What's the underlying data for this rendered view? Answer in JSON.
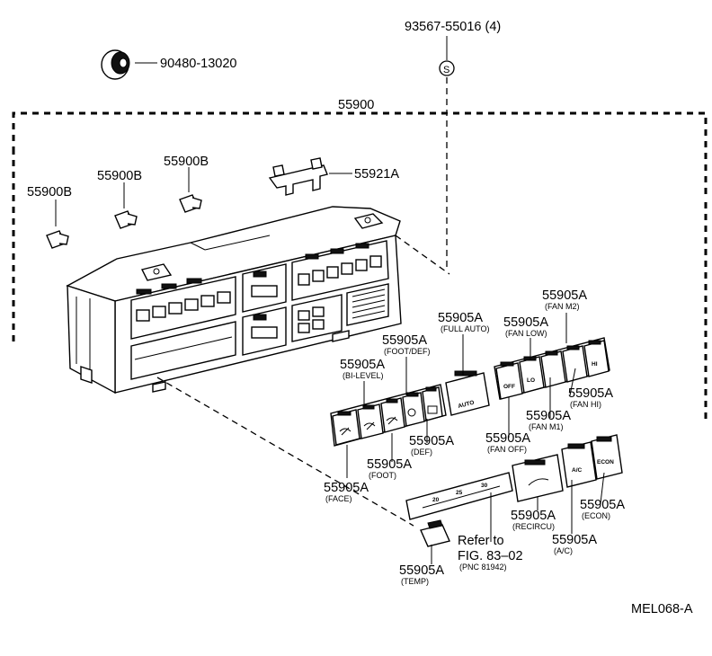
{
  "labels": {
    "grommet": "90480-13020",
    "screw_top": "93567-55016 (4)",
    "screw_symbol": "S",
    "assembly": "55900",
    "bulb_1": "55900B",
    "bulb_2": "55900B",
    "bulb_3": "55900B",
    "bracket": "55921A",
    "fan_m2": {
      "pn": "55905A",
      "sub": "(FAN M2)"
    },
    "fan_low": {
      "pn": "55905A",
      "sub": "(FAN LOW)"
    },
    "full_auto": {
      "pn": "55905A",
      "sub": "(FULL AUTO)"
    },
    "foot_def": {
      "pn": "55905A",
      "sub": "(FOOT/DEF)"
    },
    "bi_level": {
      "pn": "55905A",
      "sub": "(BI-LEVEL)"
    },
    "fan_hi": {
      "pn": "55905A",
      "sub": "(FAN HI)"
    },
    "fan_m1": {
      "pn": "55905A",
      "sub": "(FAN M1)"
    },
    "fan_off": {
      "pn": "55905A",
      "sub": "(FAN OFF)"
    },
    "def": {
      "pn": "55905A",
      "sub": "(DEF)"
    },
    "foot": {
      "pn": "55905A",
      "sub": "(FOOT)"
    },
    "face": {
      "pn": "55905A",
      "sub": "(FACE)"
    },
    "econ": {
      "pn": "55905A",
      "sub": "(ECON)"
    },
    "recircu": {
      "pn": "55905A",
      "sub": "(RECIRCU)"
    },
    "ac": {
      "pn": "55905A",
      "sub": "(A/C)"
    },
    "temp": {
      "pn": "55905A",
      "sub": "(TEMP)"
    },
    "refer_1": "Refer to",
    "refer_2": "FIG. 83–02",
    "refer_3": "(PNC 81942)",
    "drawing_code": "MEL068-A"
  },
  "button_glyphs": {
    "auto": "AUTO",
    "fan_off": "OFF",
    "fan_low": "LO",
    "fan_hi": "HI",
    "ac": "A/C",
    "econ": "ECON",
    "scale_20": "20",
    "scale_25": "25",
    "scale_30": "30"
  }
}
